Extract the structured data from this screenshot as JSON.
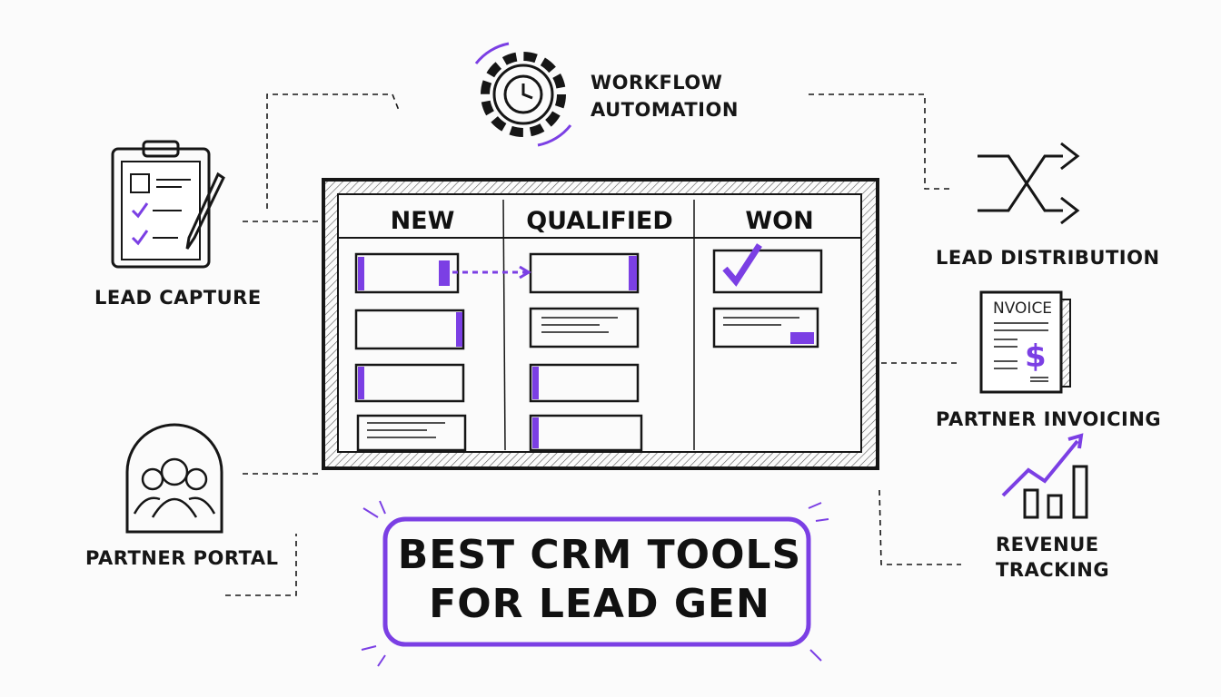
{
  "colors": {
    "accent": "#7b3fe4",
    "ink": "#161616"
  },
  "board": {
    "columns": [
      {
        "label": "NEW"
      },
      {
        "label": "QUALIFIED"
      },
      {
        "label": "WON"
      }
    ]
  },
  "nodes": {
    "workflow": {
      "line1": "WORKFLOW",
      "line2": "AUTOMATION",
      "icon": "gear-clock-icon"
    },
    "lead_capture": {
      "label": "LEAD CAPTURE",
      "icon": "clipboard-icon"
    },
    "lead_distribution": {
      "label": "LEAD DISTRIBUTION",
      "icon": "shuffle-arrows-icon"
    },
    "partner_invoicing": {
      "label": "PARTNER INVOICING",
      "icon": "invoice-icon",
      "doc_text": "NVOICE"
    },
    "partner_portal": {
      "label": "PARTNER PORTAL",
      "icon": "people-icon"
    },
    "revenue_tracking": {
      "line1": "REVENUE",
      "line2": "TRACKING",
      "icon": "bar-chart-up-icon"
    }
  },
  "title": {
    "line1": "BEST CRM TOOLS",
    "line2": "FOR LEAD GEN"
  }
}
